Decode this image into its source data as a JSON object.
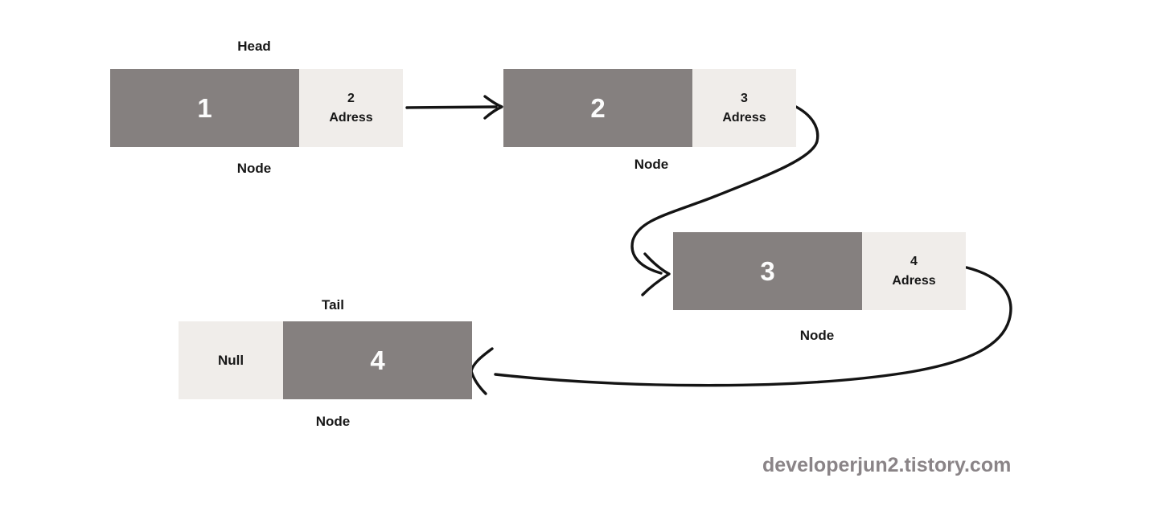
{
  "watermark": "developerjun2.tistory.com",
  "colors": {
    "node_data_bg": "#85807F",
    "node_address_bg": "#F0EDEA",
    "arrow": "#141414",
    "watermark": "#8A8487"
  },
  "nodes": [
    {
      "id": "node-1",
      "top_label": "Head",
      "value": "1",
      "address_value": "2",
      "address_label": "Adress",
      "bottom_label": "Node"
    },
    {
      "id": "node-2",
      "value": "2",
      "address_value": "3",
      "address_label": "Adress",
      "bottom_label": "Node"
    },
    {
      "id": "node-3",
      "value": "3",
      "address_value": "4",
      "address_label": "Adress",
      "bottom_label": "Node"
    },
    {
      "id": "node-4",
      "top_label": "Tail",
      "pointer_label": "Null",
      "value": "4",
      "bottom_label": "Node"
    }
  ]
}
